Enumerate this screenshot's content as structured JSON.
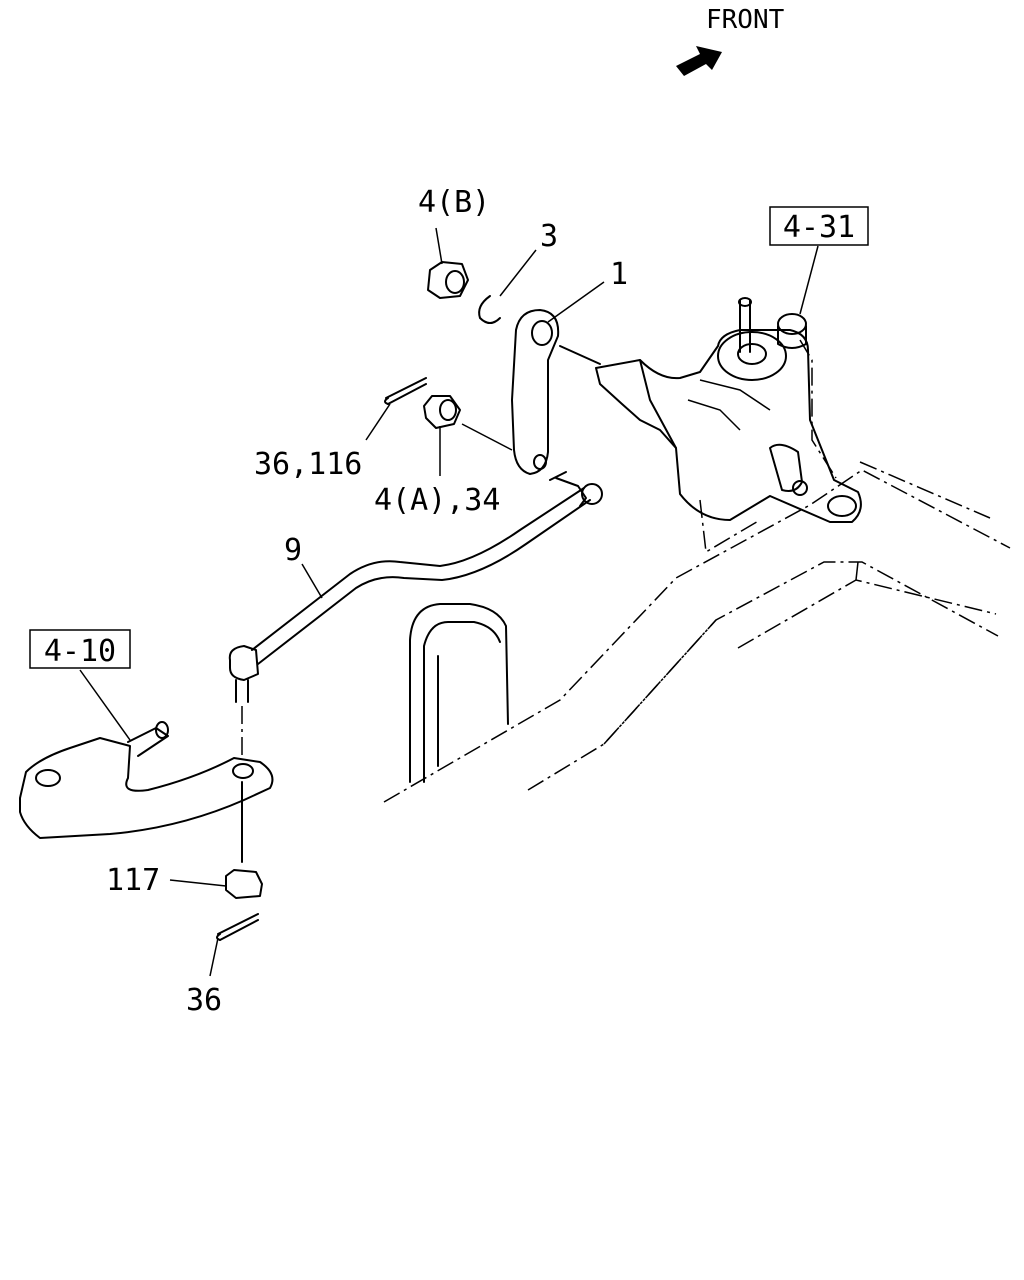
{
  "direction": {
    "label": "FRONT",
    "icon": "arrow-icon"
  },
  "reference_boxes": [
    "4-31",
    "4-10"
  ],
  "callouts": [
    "4(B)",
    "3",
    "1",
    "36,116",
    "4(A),34",
    "9",
    "117",
    "36"
  ]
}
